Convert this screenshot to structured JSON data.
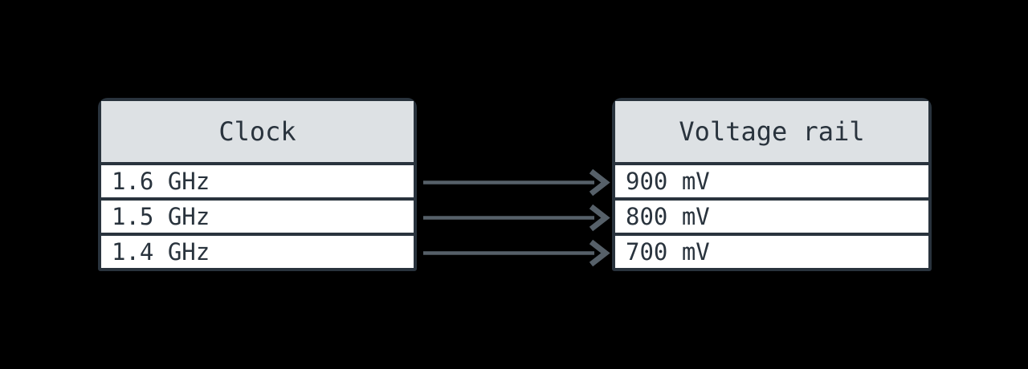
{
  "diagram_type": "mapping-table-diagram",
  "colors": {
    "background": "#000000",
    "border": "#29333d",
    "header_bg": "#dde1e4",
    "row_bg": "#ffffff",
    "text": "#29333d",
    "arrow": "#566069"
  },
  "tables": [
    {
      "id": "clock",
      "title": "Clock",
      "rows": [
        "1.6 GHz",
        "1.5 GHz",
        "1.4 GHz"
      ]
    },
    {
      "id": "voltage-rail",
      "title": "Voltage rail",
      "rows": [
        "900 mV",
        "800 mV",
        "700 mV"
      ]
    }
  ],
  "mappings": [
    {
      "from": "1.6 GHz",
      "to": "900 mV"
    },
    {
      "from": "1.5 GHz",
      "to": "800 mV"
    },
    {
      "from": "1.4 GHz",
      "to": "700 mV"
    }
  ],
  "icons": {
    "arrow": "right-arrow"
  }
}
